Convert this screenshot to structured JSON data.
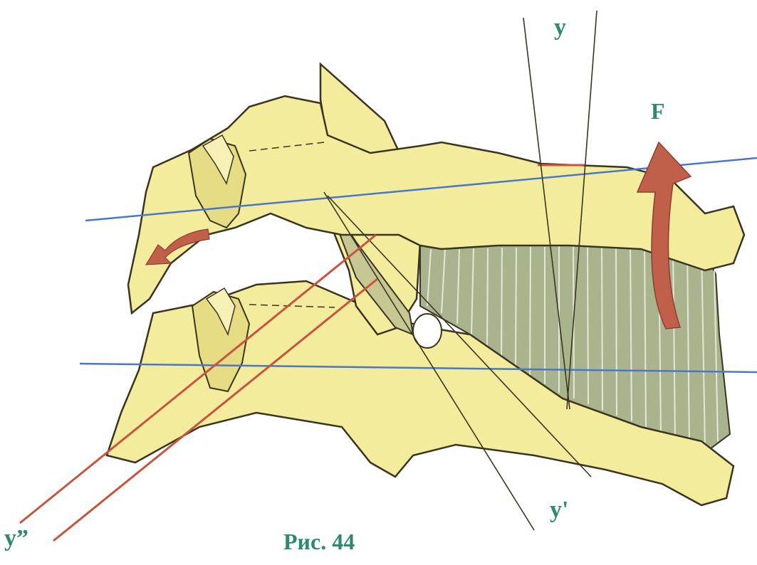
{
  "labels": {
    "y": "y",
    "force": "F",
    "y_prime": "y'",
    "y_double_prime": "y”"
  },
  "caption": "Рис. 44",
  "colors": {
    "bone_fill": "#f3ec9c",
    "bone_stroke": "#3a3520",
    "disc_fill": "#a9b48e",
    "blue_line": "#4a78c8",
    "red_line": "#c8543e",
    "arrow": "#c0604a",
    "label_text": "#2e8a6e"
  }
}
